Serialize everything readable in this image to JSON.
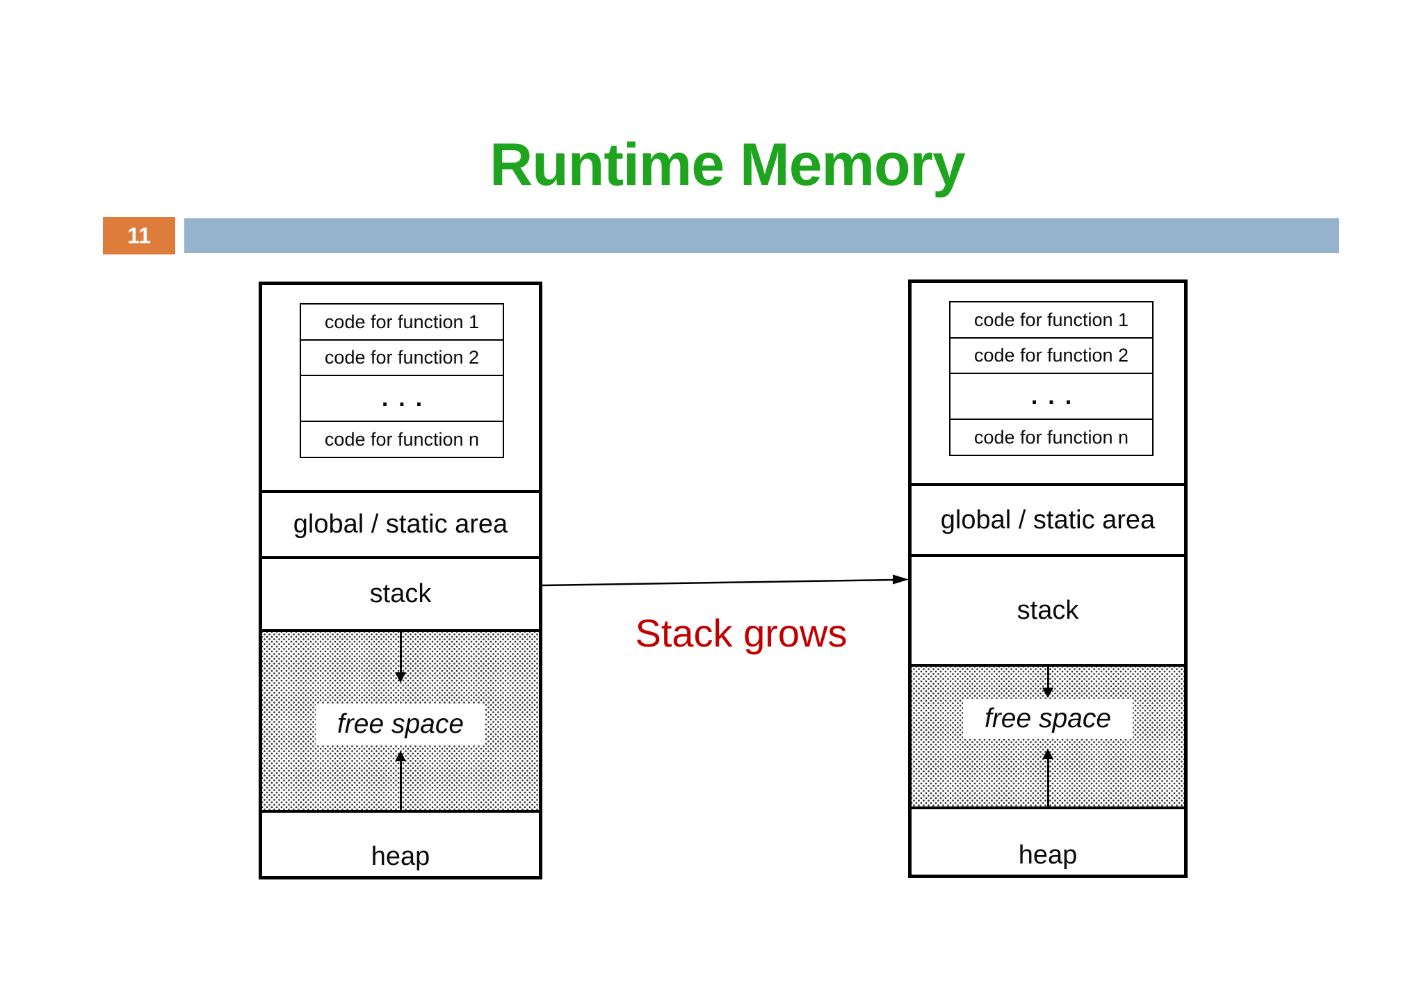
{
  "slide": {
    "title": "Runtime Memory",
    "page_number": "11"
  },
  "colors": {
    "title_green": "#1EA41E",
    "badge_orange": "#DE7C3B",
    "header_bar_blue": "#95B3CC",
    "annotation_red": "#C00000",
    "diagram_ink": "#000000"
  },
  "annotation": {
    "stack_grows_label": "Stack grows"
  },
  "memory_before": {
    "code_rows": [
      "code for function 1",
      "code for function 2",
      "...",
      "code for function n"
    ],
    "global_label": "global / static area",
    "stack_label": "stack",
    "free_label": "free space",
    "heap_label": "heap"
  },
  "memory_after": {
    "code_rows": [
      "code for function 1",
      "code for function 2",
      "...",
      "code for function n"
    ],
    "global_label": "global / static area",
    "stack_label": "stack",
    "free_label": "free space",
    "heap_label": "heap"
  }
}
